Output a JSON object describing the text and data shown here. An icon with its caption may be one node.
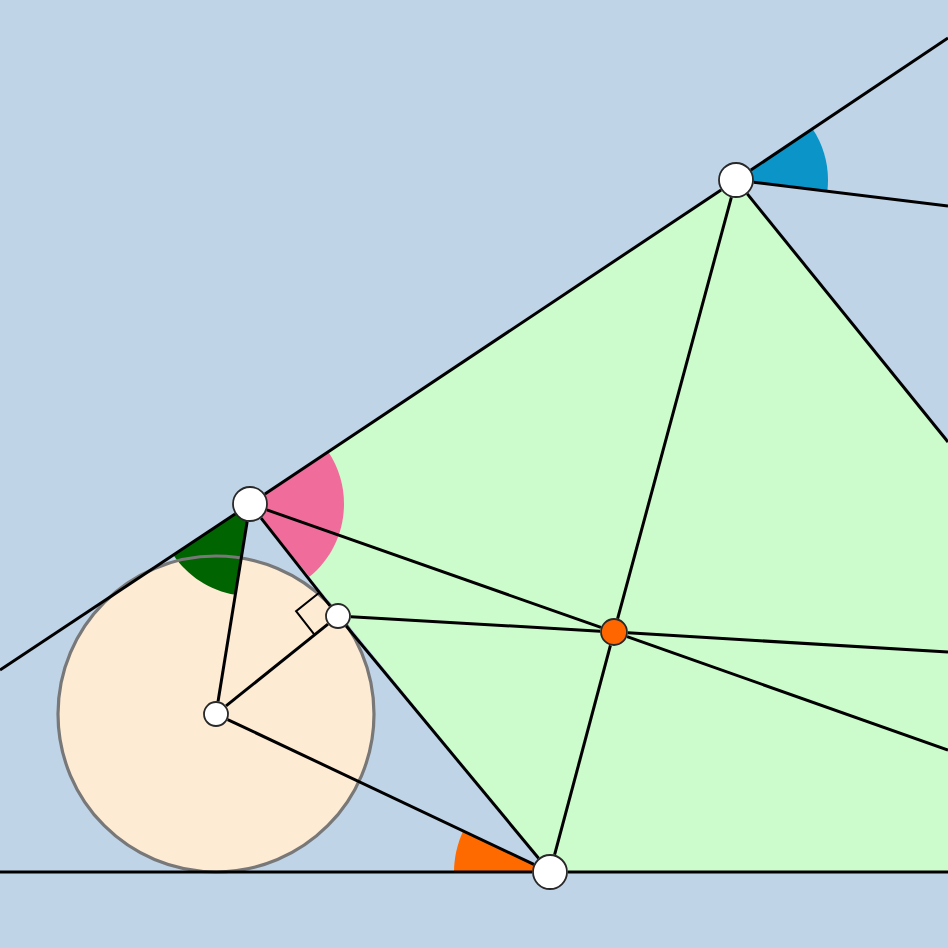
{
  "diagram": {
    "nodes": [
      {
        "text": [],
        "shape": "circle"
      },
      {
        "text": [],
        "shape": "circle"
      },
      {
        "text": [],
        "shape": "circle"
      },
      {
        "text": [],
        "shape": "circle"
      },
      {
        "text": [],
        "shape": "circle"
      },
      {
        "text": [],
        "shape": "circle"
      }
    ],
    "edges": [
      {
        "from": 1,
        "to": 0,
        "arrow": "none"
      },
      {
        "from": null,
        "to": 1,
        "arrow": "none"
      },
      {
        "from": 0,
        "to": null,
        "arrow": "none"
      },
      {
        "from": 0,
        "to": null,
        "arrow": "none"
      },
      {
        "from": 0,
        "to": null,
        "arrow": "none"
      },
      {
        "from": null,
        "to": 5,
        "arrow": "none"
      },
      {
        "from": 5,
        "to": null,
        "arrow": "none"
      },
      {
        "from": 1,
        "to": 2,
        "arrow": "none"
      },
      {
        "from": 2,
        "to": 5,
        "arrow": "none"
      },
      {
        "from": 1,
        "to": 3,
        "arrow": "none"
      },
      {
        "from": 3,
        "to": null,
        "arrow": "none"
      },
      {
        "from": 2,
        "to": 3,
        "arrow": "none"
      },
      {
        "from": 3,
        "to": null,
        "arrow": "none"
      },
      {
        "from": 0,
        "to": 3,
        "arrow": "none"
      },
      {
        "from": 3,
        "to": 5,
        "arrow": "none"
      },
      {
        "from": 4,
        "to": 1,
        "arrow": "none"
      },
      {
        "from": 4,
        "to": 2,
        "arrow": "none"
      },
      {
        "from": 4,
        "to": 5,
        "arrow": "none"
      }
    ]
  }
}
